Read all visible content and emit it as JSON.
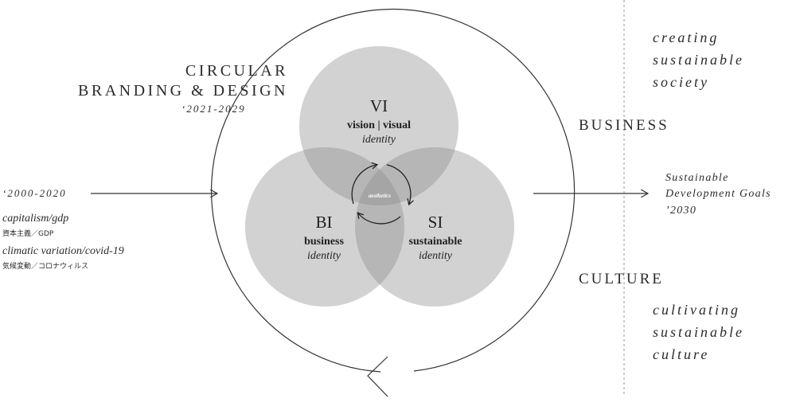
{
  "title": {
    "line1": "CIRCULAR",
    "line2": "BRANDING & DESIGN",
    "years": "‘2021-2029"
  },
  "left": {
    "years": "‘2000-2020",
    "item1_en": "capitalism/gdp",
    "item1_jp": "資本主義／GDP",
    "item2_en": "climatic variation/covid-19",
    "item2_jp": "気候変動／コロナウィルス"
  },
  "circles": {
    "vi": {
      "abbr": "VI",
      "line1": "vision | visual",
      "line2": "identity"
    },
    "bi": {
      "abbr": "BI",
      "line1": "business",
      "line2": "identity"
    },
    "si": {
      "abbr": "SI",
      "line1": "sustainable",
      "line2": "identity"
    },
    "center": "aesthetics"
  },
  "right": {
    "top_italic": [
      "creating",
      "sustainable",
      "society"
    ],
    "business": "BUSINESS",
    "goals": [
      "Sustainable",
      "Development Goals",
      "’2030"
    ],
    "culture": "CULTURE",
    "bottom_italic": [
      "cultivating",
      "sustainable",
      "culture"
    ]
  },
  "colors": {
    "circle_fill": "#8a8a8a",
    "line": "#333333",
    "divider": "#9a9a9a"
  }
}
